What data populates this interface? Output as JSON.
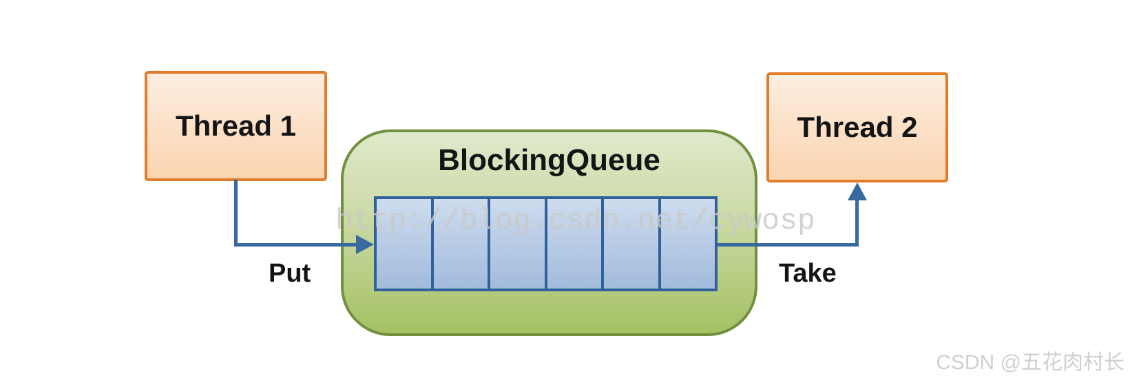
{
  "diagram": {
    "thread1": {
      "label": "Thread 1"
    },
    "thread2": {
      "label": "Thread 2"
    },
    "queue": {
      "title": "BlockingQueue",
      "cell_count": 6,
      "cells": [
        "",
        "",
        "",
        "",
        "",
        ""
      ]
    },
    "edges": {
      "put": {
        "label": "Put",
        "from": "Thread 1",
        "to": "BlockingQueue"
      },
      "take": {
        "label": "Take",
        "from": "BlockingQueue",
        "to": "Thread 2"
      }
    }
  },
  "watermark": {
    "text": "http://blog.csdn.net/cywosp"
  },
  "credit": {
    "text": "CSDN @五花肉村长"
  },
  "colors": {
    "orange-border": "#E07C2A",
    "orange-fill-top": "#FDEEE0",
    "orange-fill-bottom": "#FAD4B0",
    "green-border": "#70903D",
    "green-fill-top": "#DFE9CB",
    "green-fill-bottom": "#A5C163",
    "blue-border": "#30619B",
    "blue-fill-top": "#CEDCEE",
    "blue-fill-bottom": "#A2BBDC",
    "arrow-blue": "#38699F",
    "text-dark": "#141414",
    "watermark-gray": "#C9C9C9",
    "credit-gray": "#CFCFCF"
  }
}
